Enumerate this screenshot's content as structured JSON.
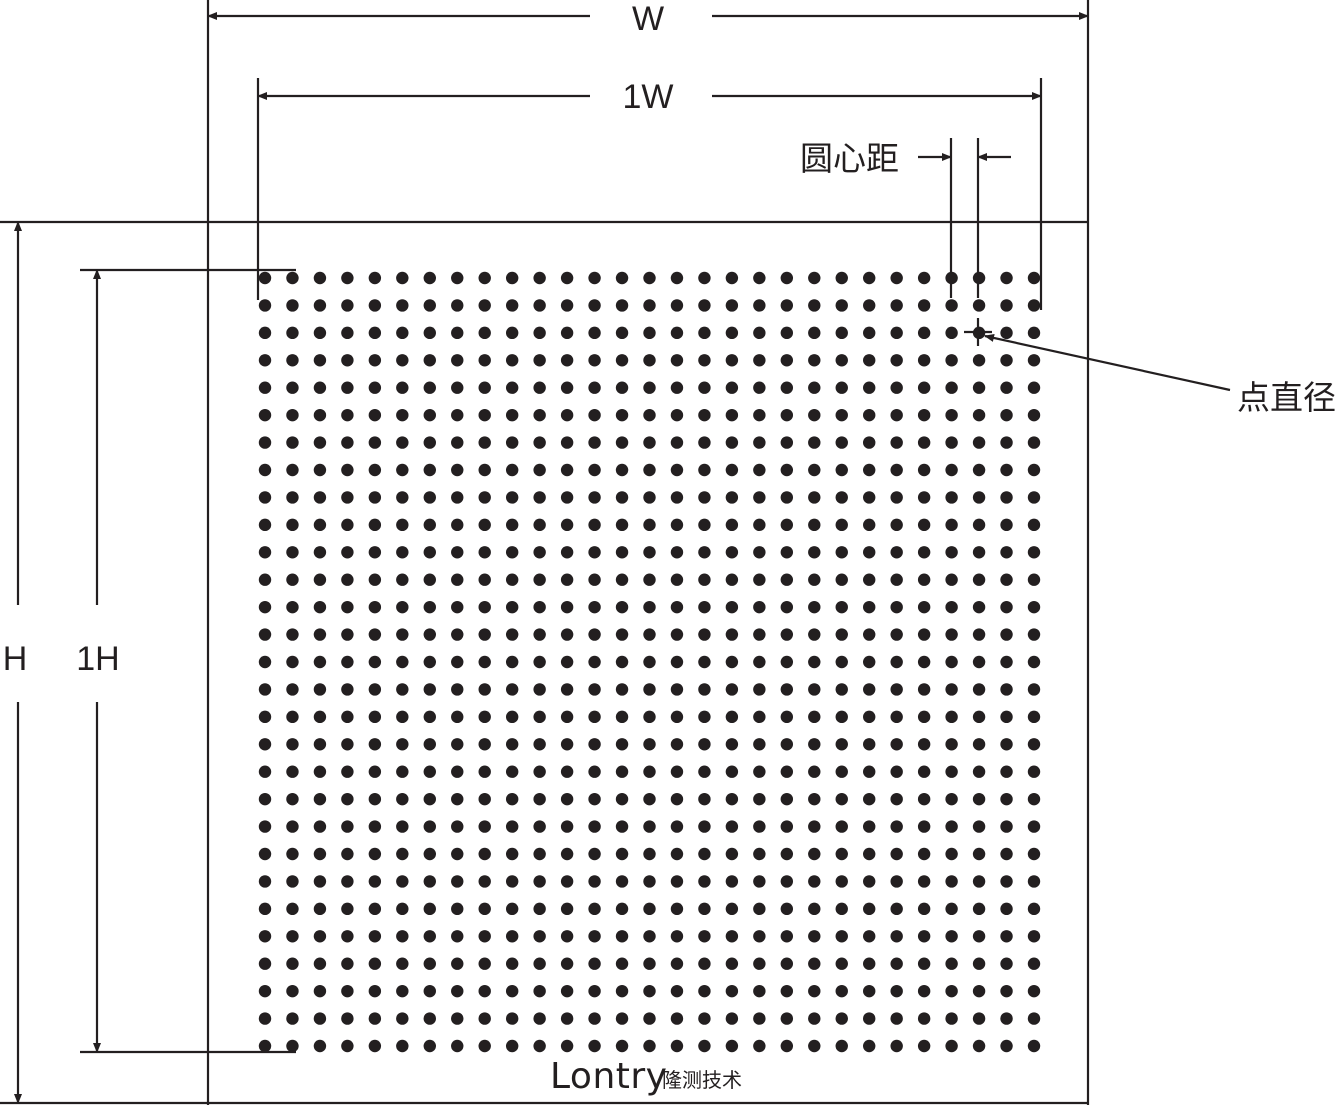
{
  "labels": {
    "total_width": "W",
    "pattern_width": "1W",
    "total_height": "H",
    "pattern_height": "1H",
    "center_distance": "圆心距",
    "dot_diameter": "点直径"
  },
  "brand": {
    "name": "Lontry",
    "subtitle": "隆测技术"
  },
  "grid": {
    "columns": 29,
    "rows": 29
  },
  "colors": {
    "ink": "#231f20",
    "background": "#ffffff"
  }
}
